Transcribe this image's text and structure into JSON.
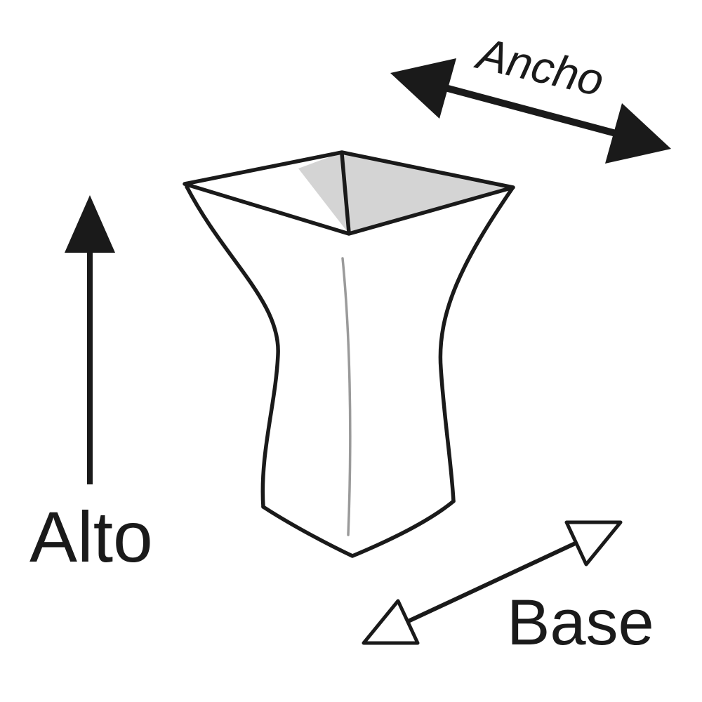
{
  "diagram": {
    "title": "vase-dimensions-diagram",
    "labels": {
      "height": "Alto",
      "width": "Ancho",
      "base": "Base"
    },
    "icons": {
      "height_arrow": "up-arrow-icon",
      "width_arrow": "double-headed-diagonal-arrow-icon",
      "base_arrow": "double-headed-hollow-diagonal-arrow-icon"
    },
    "colors": {
      "line": "#1a1a1a",
      "rim_inner_fill": "#d4d4d4",
      "front_edge": "#9a9a9a",
      "background": "#ffffff"
    }
  }
}
